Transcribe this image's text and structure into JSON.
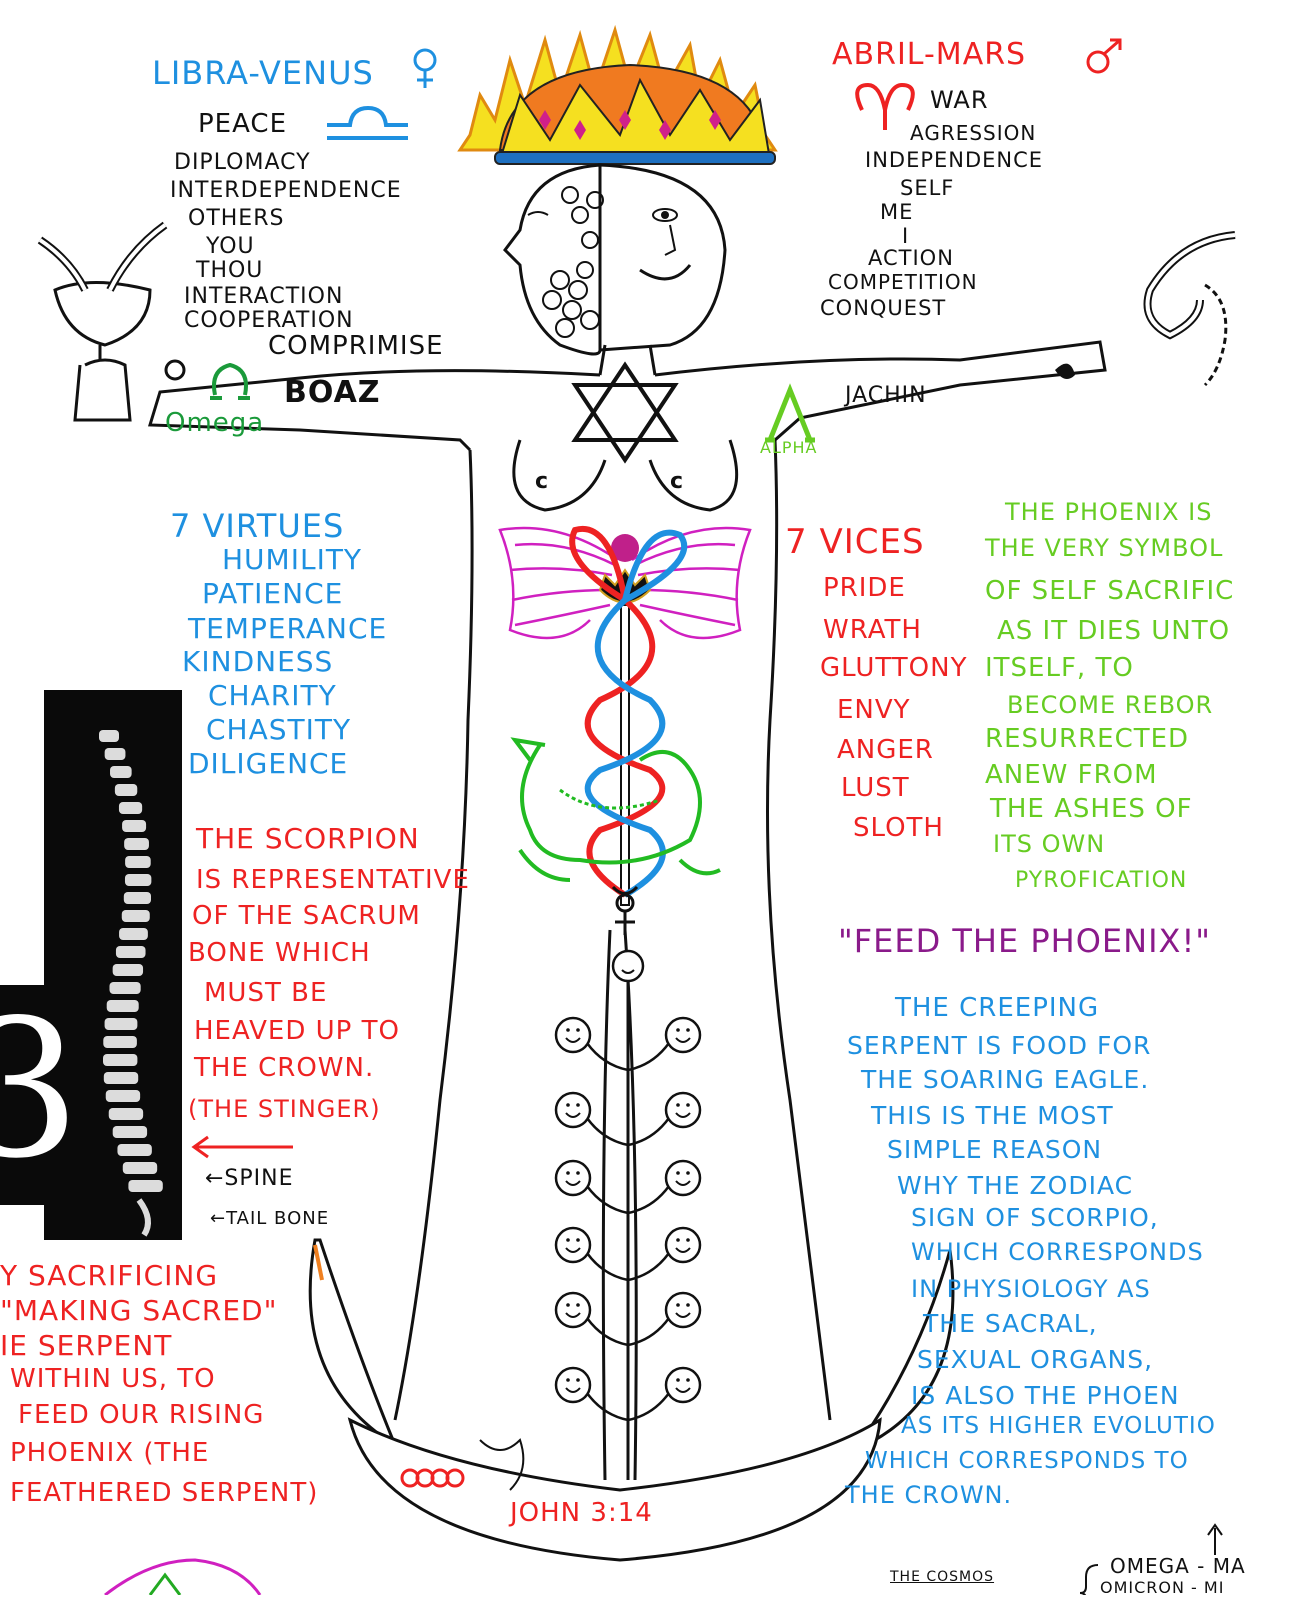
{
  "libra": {
    "title": "LIBRA-VENUS",
    "words": [
      "PEACE",
      "DIPLOMACY",
      "INTERDEPENDENCE",
      "OTHERS",
      "YOU",
      "THOU",
      "INTERACTION",
      "COOPERATION",
      "COMPRIMISE"
    ]
  },
  "aries": {
    "title": "ABRIL-MARS",
    "words": [
      "WAR",
      "AGRESSION",
      "INDEPENDENCE",
      "SELF",
      "ME",
      "I",
      "ACTION",
      "COMPETITION",
      "CONQUEST"
    ]
  },
  "pillars": {
    "left": "BOAZ",
    "right": "JACHIN",
    "omega": "Omega",
    "alpha": "ALPHA"
  },
  "virtues": {
    "title": "7 VIRTUES",
    "items": [
      "HUMILITY",
      "PATIENCE",
      "TEMPERANCE",
      "KINDNESS",
      "CHARITY",
      "CHASTITY",
      "DILIGENCE"
    ]
  },
  "vices": {
    "title": "7 VICES",
    "items": [
      "PRIDE",
      "WRATH",
      "GLUTTONY",
      "ENVY",
      "ANGER",
      "LUST",
      "SLOTH"
    ]
  },
  "phoenix_note": [
    "THE PHOENIX IS",
    "THE VERY SYMBOL",
    "OF SELF SACRIFIC",
    "AS IT DIES UNTO",
    "ITSELF, TO",
    "BECOME REBOR",
    "RESURRECTED",
    "ANEW FROM",
    "THE ASHES OF",
    "ITS OWN",
    "PYROFICATION"
  ],
  "feed_phoenix": "\"FEED THE PHOENIX!\"",
  "scorpion_note": [
    "THE SCORPION",
    "IS REPRESENTATIVE",
    "OF THE SACRUM",
    "BONE WHICH",
    "MUST BE",
    "HEAVED UP TO",
    "THE CROWN.",
    "(THE STINGER)"
  ],
  "spine_labels": {
    "spine": "←SPINE",
    "tailbone": "←TAIL BONE"
  },
  "serpent_note": [
    "THE CREEPING",
    "SERPENT IS FOOD FOR",
    "THE SOARING EAGLE.",
    "THIS IS THE MOST",
    "SIMPLE REASON",
    "WHY THE ZODIAC",
    "SIGN OF SCORPIO,",
    "WHICH CORRESPONDS",
    "IN PHYSIOLOGY AS",
    "THE SACRAL,",
    "SEXUAL ORGANS,",
    "IS ALSO THE PHOEN",
    "AS ITS HIGHER EVOLUTIO",
    "WHICH CORRESPONDS TO",
    "THE CROWN."
  ],
  "sacrifice_note": [
    "Y SACRIFICING",
    "\"MAKING SACRED\"",
    "IE SERPENT",
    "WITHIN US, TO",
    "FEED OUR RISING",
    "PHOENIX (THE",
    "FEATHERED SERPENT)"
  ],
  "john": "JOHN 3:14",
  "cosmos": {
    "label": "THE COSMOS",
    "lines": [
      "OMEGA - MA",
      "OMICRON - MI"
    ]
  },
  "colors": {
    "blue": "#1e90e0",
    "red": "#ee2222",
    "green": "#66cc22",
    "purple": "#8a1a8a",
    "crown_orange": "#f07a20",
    "crown_yellow": "#f5e020"
  }
}
